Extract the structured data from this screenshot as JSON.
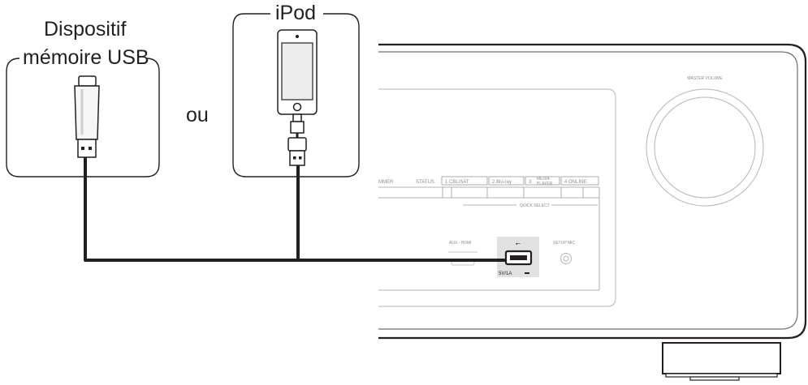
{
  "devices": {
    "usb_label_line1": "Dispositif",
    "usb_label_line2": "mémoire USB",
    "or_label": "ou",
    "ipod_label": "iPod"
  },
  "receiver": {
    "master_volume": "MASTER VOLUME",
    "dimmer": "MMER",
    "status": "STATUS",
    "src1": "1  CBL/SAT",
    "src2": "2  Blu-ray",
    "src3_num": "3",
    "src3_line1": "MEDIA",
    "src3_line2": "PLAYER",
    "src4": "4  ONLINE",
    "quick_select": "QUICK SELECT",
    "aux_hdmi": "AUX - HDMI",
    "setup_mic": "SETUP MIC",
    "usb_rating": "5V/1A"
  }
}
